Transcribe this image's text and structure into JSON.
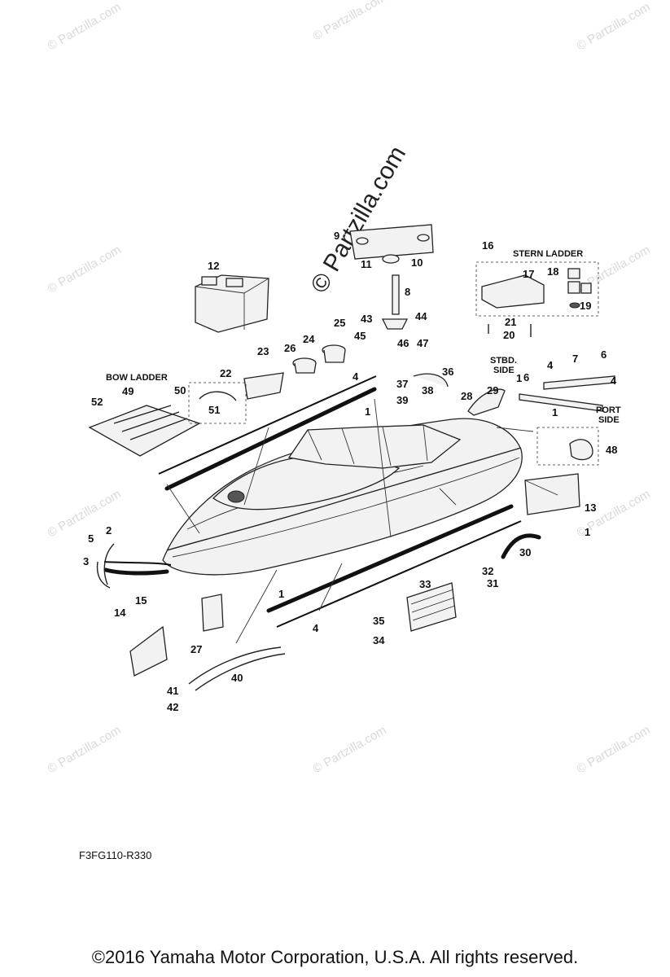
{
  "watermark": {
    "small_text": "© Partzilla.com",
    "big_text": "© Partzilla.com"
  },
  "section_labels": {
    "stern_ladder": "STERN LADDER",
    "bow_ladder": "BOW LADDER",
    "stbd_side": [
      "STBD.",
      "SIDE"
    ],
    "port_side": [
      "PORT",
      "SIDE"
    ]
  },
  "callouts": [
    "1",
    "1",
    "1",
    "1",
    "1",
    "2",
    "3",
    "4",
    "4",
    "4",
    "4",
    "5",
    "6",
    "6",
    "7",
    "8",
    "9",
    "10",
    "11",
    "12",
    "13",
    "14",
    "15",
    "16",
    "17",
    "18",
    "19",
    "20",
    "21",
    "22",
    "23",
    "24",
    "25",
    "26",
    "27",
    "28",
    "29",
    "30",
    "31",
    "32",
    "33",
    "34",
    "35",
    "36",
    "37",
    "38",
    "39",
    "40",
    "41",
    "42",
    "43",
    "44",
    "45",
    "46",
    "47",
    "48",
    "49",
    "50",
    "51",
    "52"
  ],
  "drawing_code": "F3FG110-R330",
  "copyright": "©2016  Yamaha Motor Corporation, U.S.A. All rights reserved."
}
